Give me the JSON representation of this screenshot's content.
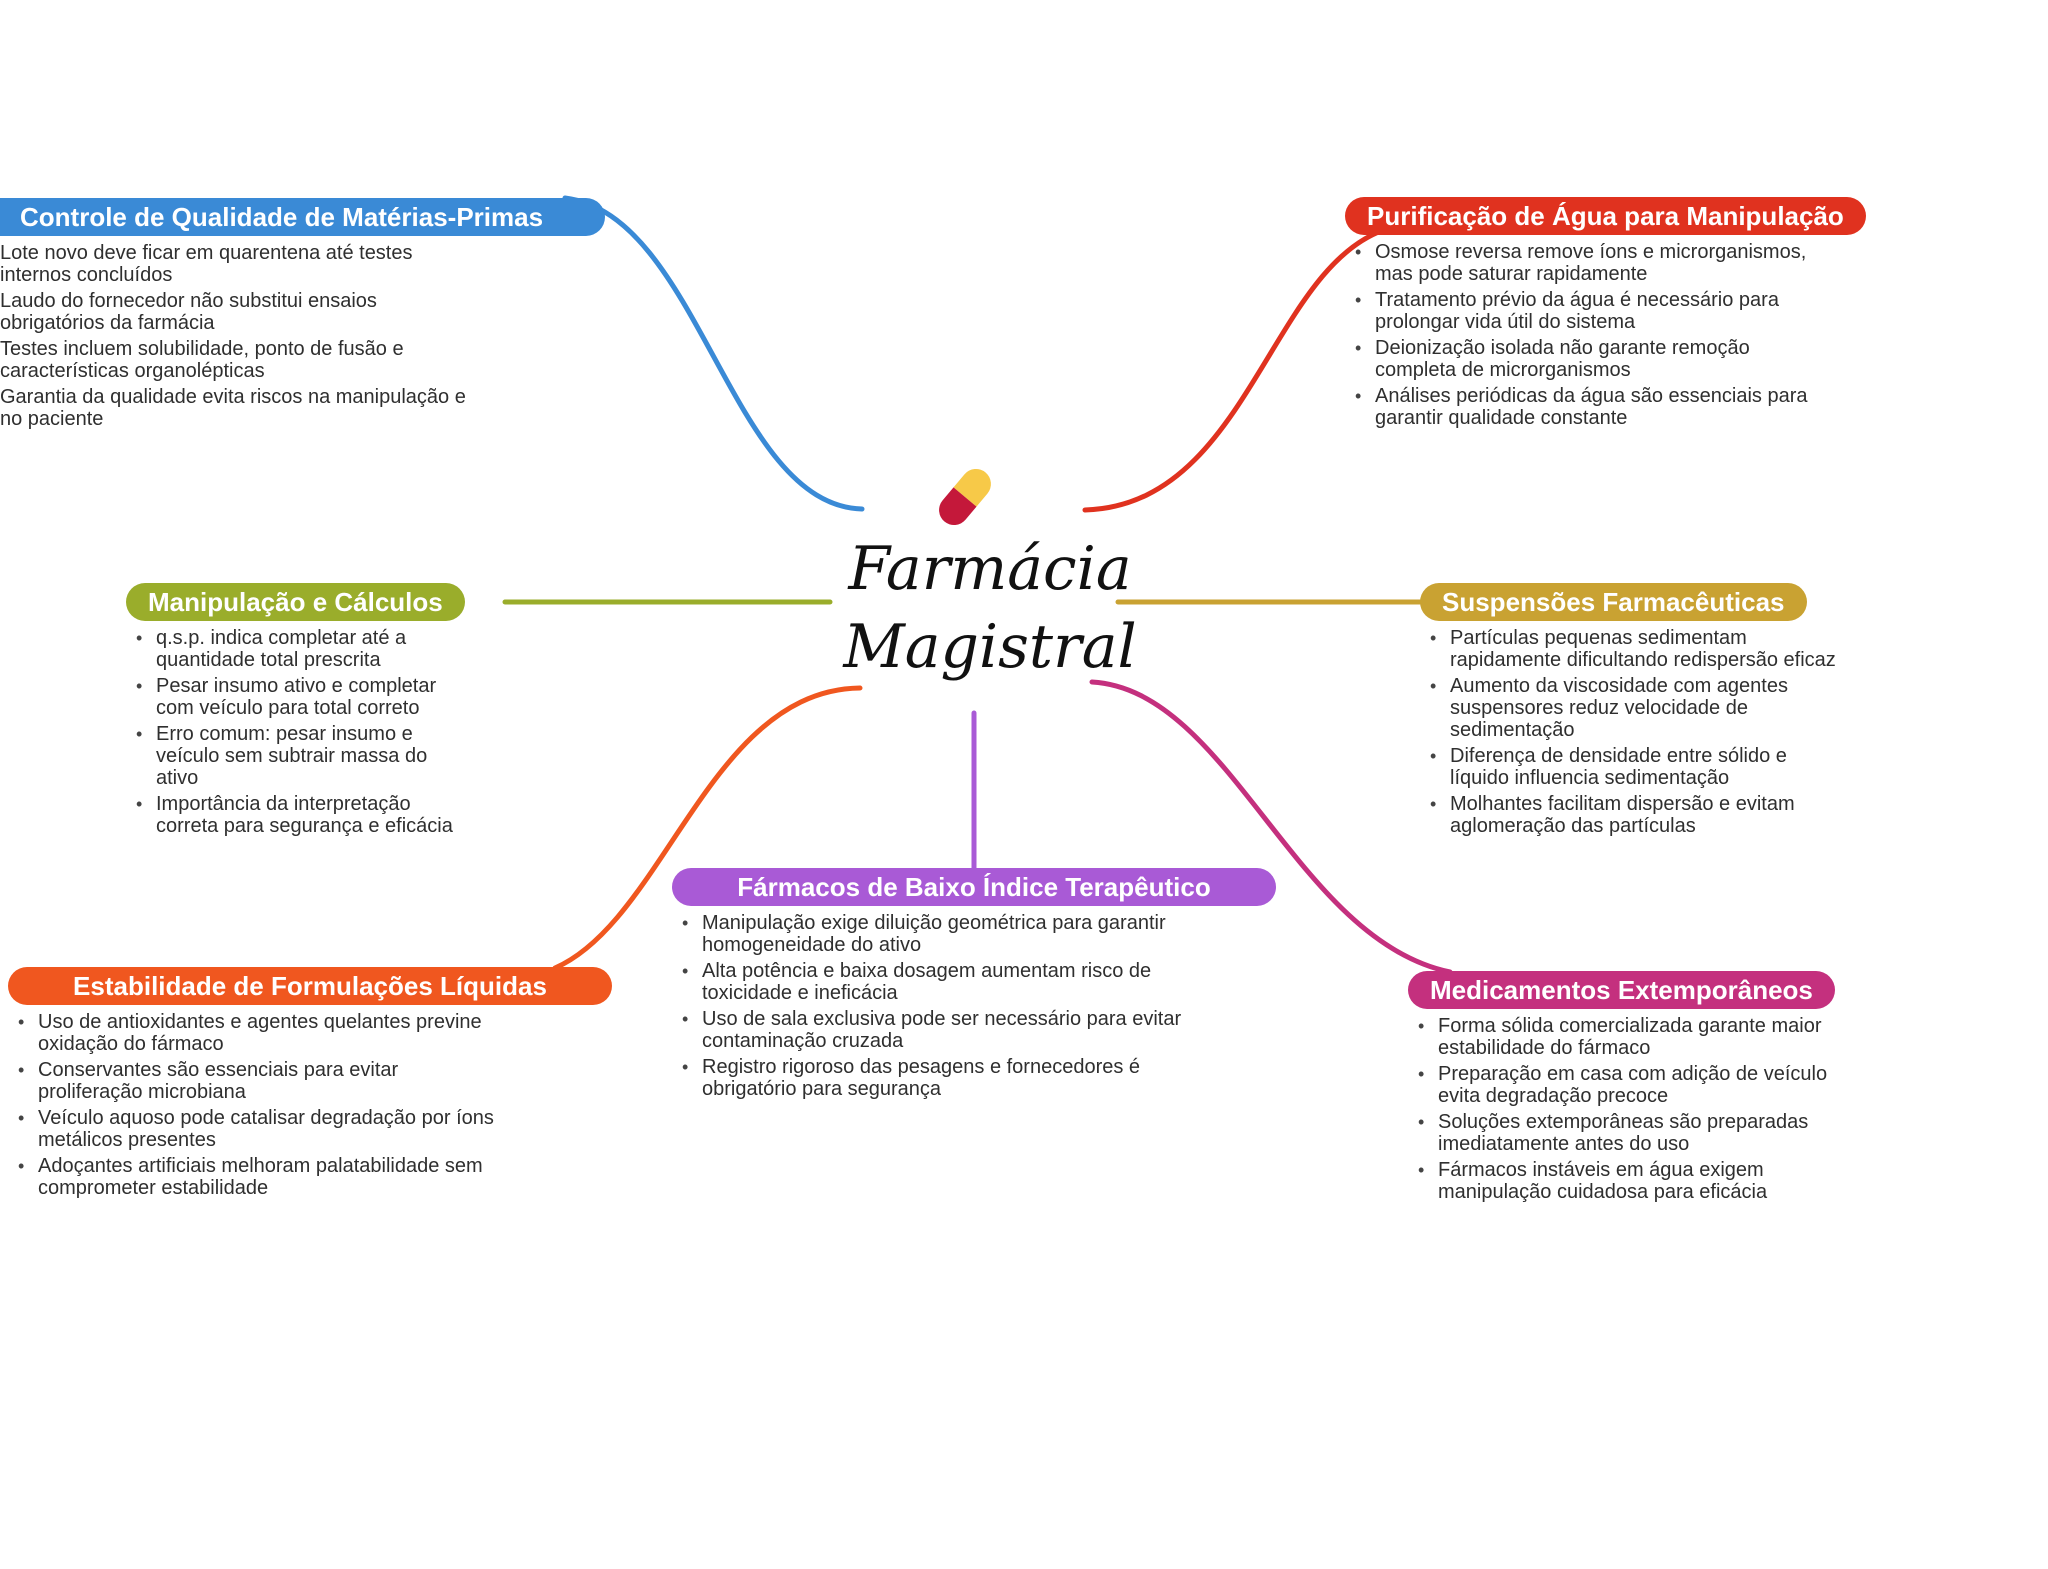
{
  "center": {
    "title_line1": "Farmácia",
    "title_line2": "Magistral",
    "icon": "capsule-pill-icon"
  },
  "colors": {
    "blue": "#3a8ad6",
    "red": "#e0321f",
    "olive": "#9aad2b",
    "gold": "#c9a232",
    "orange": "#f0571f",
    "purple": "#a95ad6",
    "magenta": "#c4307e"
  },
  "branches": {
    "qualidade": {
      "title": "Controle de Qualidade de Matérias-Primas",
      "items": [
        "Lote novo deve ficar em quarentena até testes internos concluídos",
        "Laudo do fornecedor não substitui ensaios obrigatórios da farmácia",
        "Testes incluem solubilidade, ponto de fusão e características organolépticas",
        "Garantia da qualidade evita riscos na manipulação e no paciente"
      ]
    },
    "agua": {
      "title": "Purificação de Água para Manipulação",
      "items": [
        "Osmose reversa remove íons e microrganismos, mas pode saturar rapidamente",
        "Tratamento prévio da água é necessário para prolongar vida útil do sistema",
        "Deionização isolada não garante remoção completa de microrganismos",
        "Análises periódicas da água são essenciais para garantir qualidade constante"
      ]
    },
    "calculos": {
      "title": "Manipulação e Cálculos",
      "items": [
        "q.s.p. indica completar até a quantidade total prescrita",
        "Pesar insumo ativo e completar com veículo para total correto",
        "Erro comum: pesar insumo e veículo sem subtrair massa do ativo",
        "Importância da interpretação correta para segurança e eficácia"
      ]
    },
    "suspensoes": {
      "title": "Suspensões Farmacêuticas",
      "items": [
        "Partículas pequenas sedimentam rapidamente dificultando redispersão eficaz",
        "Aumento da viscosidade com agentes suspensores reduz velocidade de sedimentação",
        "Diferença de densidade entre sólido e líquido influencia sedimentação",
        "Molhantes facilitam dispersão e evitam aglomeração das partículas"
      ]
    },
    "baixo_indice": {
      "title": "Fármacos de Baixo Índice Terapêutico",
      "items": [
        "Manipulação exige diluição geométrica para garantir homogeneidade do ativo",
        "Alta potência e baixa dosagem aumentam risco de toxicidade e ineficácia",
        "Uso de sala exclusiva pode ser necessário para evitar contaminação cruzada",
        "Registro rigoroso das pesagens e fornecedores é obrigatório para segurança"
      ]
    },
    "liquidas": {
      "title": "Estabilidade de Formulações Líquidas",
      "items": [
        "Uso de antioxidantes e agentes quelantes previne oxidação do fármaco",
        "Conservantes são essenciais para evitar proliferação microbiana",
        "Veículo aquoso pode catalisar degradação por íons metálicos presentes",
        "Adoçantes artificiais melhoram palatabilidade sem comprometer estabilidade"
      ]
    },
    "extemporaneos": {
      "title": "Medicamentos Extemporâneos",
      "items": [
        "Forma sólida comercializada garante maior estabilidade do fármaco",
        "Preparação em casa com adição de veículo evita degradação precoce",
        "Soluções extemporâneas são preparadas imediatamente antes do uso",
        "Fármacos instáveis em água exigem manipulação cuidadosa para eficácia"
      ]
    }
  }
}
